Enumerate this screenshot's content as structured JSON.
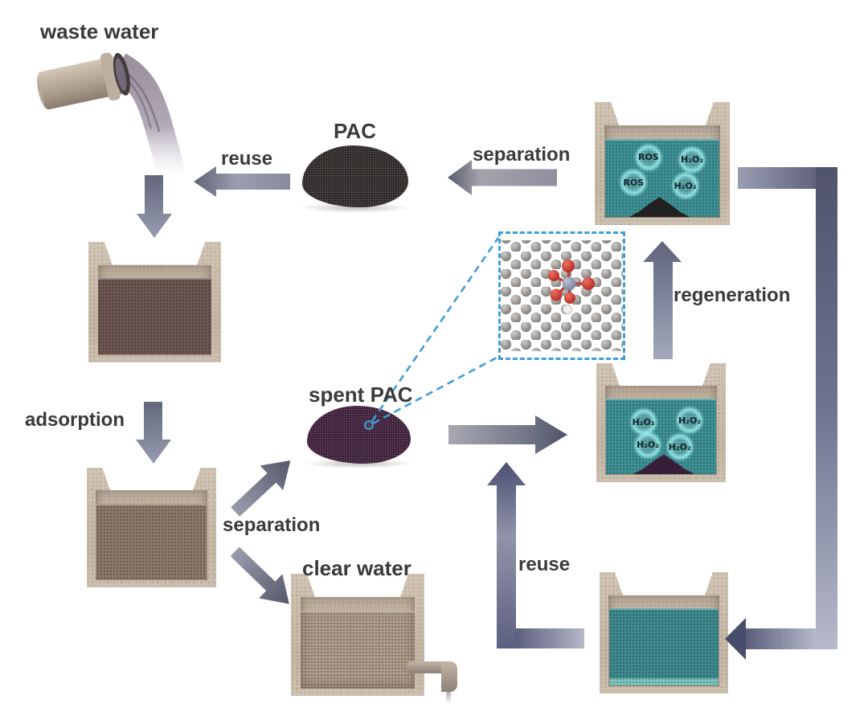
{
  "figure": {
    "stages": {
      "waste_water_label": "waste water",
      "pac_label": "PAC",
      "spent_pac_label": "spent PAC",
      "clear_water_label": "clear water"
    },
    "process_labels": {
      "reuse_top": "reuse",
      "separation_top": "separation",
      "adsorption": "adsorption",
      "separation_mid": "separation",
      "regeneration": "regeneration",
      "reuse_bottom": "reuse"
    },
    "tanks": {
      "ros_tank": {
        "bubbles": [
          "ROS",
          "H₂O₂",
          "ROS",
          "H₂O₂"
        ]
      },
      "h2o2_tank": {
        "bubbles": [
          "H₂O₂",
          "H₂O₂",
          "H₂O₂",
          "H₂O₂"
        ]
      }
    },
    "colors": {
      "teal_water": "#3f9094",
      "murky_water": "#6e5650",
      "settled_water": "#8b7969",
      "clear_water_tint": "#b0a292",
      "concrete": "#c9bcab",
      "arrow_dark": "#51556c",
      "arrow_light": "#a8acbc",
      "callout_blue": "#3f9ed6",
      "pac_black": "#2b2725",
      "spent_pac_purple": "#3a2036"
    }
  }
}
